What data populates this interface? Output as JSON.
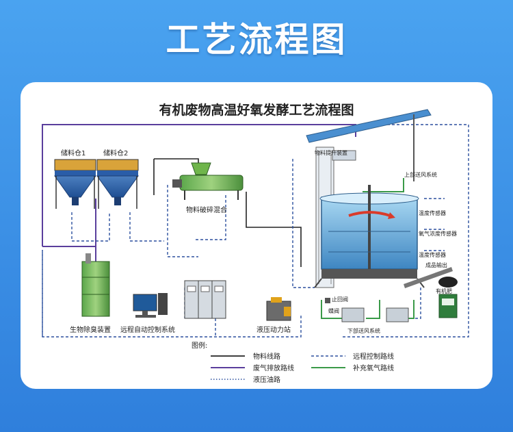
{
  "page_title": "工艺流程图",
  "diagram_title": "有机废物高温好氧发酵工艺流程图",
  "labels": {
    "storage1": "储料仓1",
    "storage2": "储料仓2",
    "crusher": "物料破碎混合",
    "lift": "物料提升装置",
    "upper_air": "上部送风系统",
    "temp_sensor1": "温度传感器",
    "oxygen_sensor": "氧气浓度传感器",
    "temp_sensor2": "温度传感器",
    "product_out": "成品输出",
    "fertilizer": "有机肥",
    "check_valve": "止回阀",
    "butterfly_valve": "蝶阀",
    "lower_air": "下部送风系统",
    "deodorizer": "生物除臭装置",
    "remote_control": "远程自动控制系统",
    "hydraulic_station": "液压动力站"
  },
  "legend": {
    "title": "图例:",
    "items": [
      {
        "label": "物料线路",
        "color": "#222222",
        "style": "solid"
      },
      {
        "label": "远程控制路线",
        "color": "#2b4f9e",
        "style": "dashed"
      },
      {
        "label": "废气排放路线",
        "color": "#5a3e9c",
        "style": "solid"
      },
      {
        "label": "补充氧气路线",
        "color": "#3a9a48",
        "style": "solid"
      },
      {
        "label": "液压油路",
        "color": "#2b4f9e",
        "style": "dotted"
      }
    ]
  },
  "colors": {
    "background": "#3a8fe6",
    "card": "#ffffff",
    "material_line": "#222222",
    "control_line": "#2b4f9e",
    "exhaust_line": "#5a3e9c",
    "oxygen_line": "#3a9a48",
    "hydraulic_line": "#2b4f9e"
  }
}
